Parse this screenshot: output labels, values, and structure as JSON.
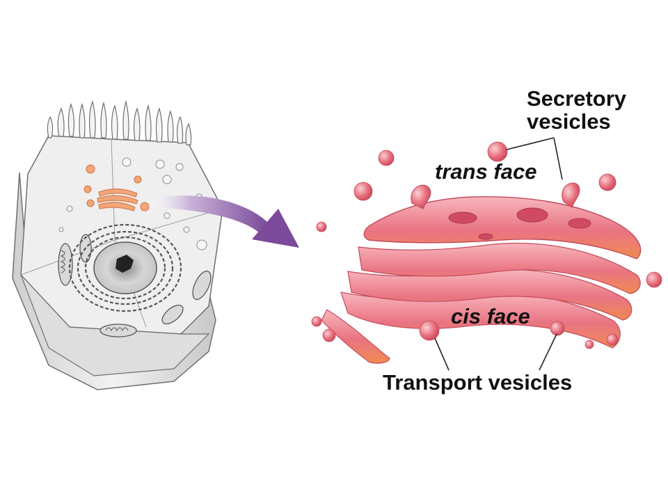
{
  "labels": {
    "secretory_line1": "Secretory",
    "secretory_line2": "vesicles",
    "trans_face": "trans face",
    "cis_face": "cis face",
    "transport_vesicles": "Transport vesicles"
  },
  "colors": {
    "background": "#ffffff",
    "cell_fill": "#ececec",
    "cell_outline": "#6f6f6f",
    "golgi_pink": "#e7707d",
    "golgi_light": "#f6a9b0",
    "golgi_orange": "#f08a52",
    "arrow_purple": "#7b4a9a",
    "label_text": "#111111"
  }
}
